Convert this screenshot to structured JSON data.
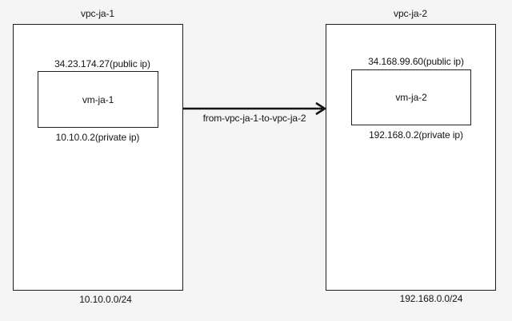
{
  "colors": {
    "background": "#f5f5f5",
    "box_fill": "#ffffff",
    "border": "#1e1e1e",
    "text": "#141414",
    "arrow": "#141414"
  },
  "diagram": {
    "vpc1": {
      "title": "vpc-ja-1",
      "public_ip": "34.23.174.27(public ip)",
      "vm_name": "vm-ja-1",
      "private_ip": "10.10.0.2(private ip)",
      "cidr": "10.10.0.0/24"
    },
    "vpc2": {
      "title": "vpc-ja-2",
      "public_ip": "34.168.99.60(public ip)",
      "vm_name": "vm-ja-2",
      "private_ip": "192.168.0.2(private ip)",
      "cidr": "192.168.0.0/24"
    },
    "arrow": {
      "label": "from-vpc-ja-1-to-vpc-ja-2"
    }
  }
}
